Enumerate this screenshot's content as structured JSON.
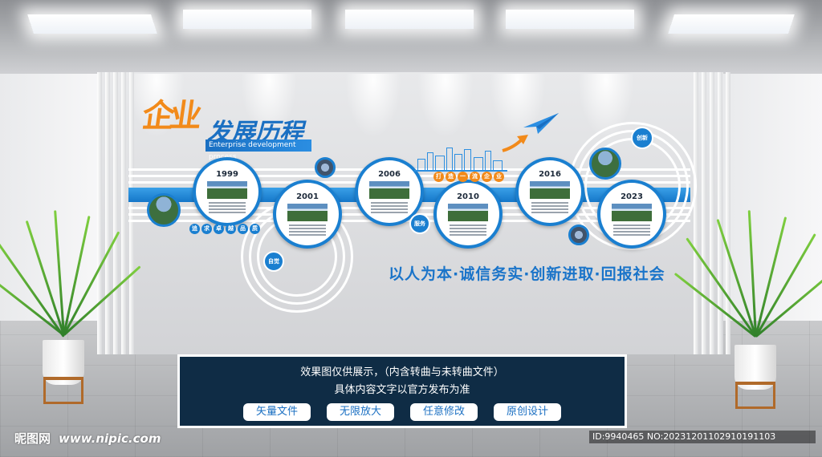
{
  "title": {
    "cn_prefix": "企业",
    "main": "发展历程",
    "english": "Enterprise development process"
  },
  "years": [
    "1999",
    "2001",
    "2006",
    "2010",
    "2016",
    "2023"
  ],
  "tags": {
    "zijue": "自觉",
    "fuwu": "服务",
    "chuangxin": "创新"
  },
  "badges": {
    "left": [
      "追",
      "求",
      "卓",
      "越",
      "品",
      "质"
    ],
    "center": [
      "打",
      "造",
      "一",
      "流",
      "企",
      "业"
    ]
  },
  "slogan": "以人为本·诚信务实·创新进取·回报社会",
  "notice": {
    "line1": "效果图仅供展示，（内含转曲与未转曲文件）",
    "line2": "具体内容文字以官方发布为准",
    "buttons": [
      "矢量文件",
      "无限放大",
      "任意修改",
      "原创设计"
    ]
  },
  "watermark": {
    "left_brand": "昵图网",
    "left_url": "www.nipic.com",
    "right_id": "ID:9940465 NO:20231201102910191103"
  },
  "colors": {
    "primary_blue": "#1a7fd0",
    "orange": "#f28a1a",
    "panel_dark": "#0f2c45"
  },
  "icons": [
    "paper-plane-icon",
    "arrow-icon",
    "road-icon",
    "city-skyline-icon",
    "plant-icon"
  ]
}
